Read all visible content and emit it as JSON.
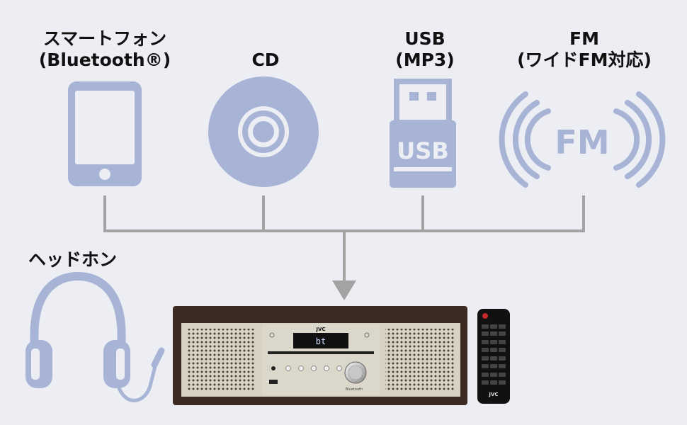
{
  "sources": [
    {
      "key": "smartphone",
      "line1": "スマートフォン",
      "line2": "(Bluetooth®)",
      "icon": "smartphone-icon"
    },
    {
      "key": "cd",
      "line1": "CD",
      "line2": "",
      "icon": "cd-icon"
    },
    {
      "key": "usb",
      "line1": "USB",
      "line2": "(MP3)",
      "icon": "usb-icon",
      "icon_text": "USB"
    },
    {
      "key": "fm",
      "line1": "FM",
      "line2": "(ワイドFM対応)",
      "icon": "fm-radio-icon",
      "icon_text": "FM"
    }
  ],
  "headphones": {
    "label": "ヘッドホン",
    "icon": "headphones-icon"
  },
  "device": {
    "brand": "JVC",
    "display_text": "bt",
    "panel_text": "Bluetooth",
    "remote_brand": "JVC"
  },
  "colors": {
    "icon": "#a7b4d6",
    "connector": "#a3a3a3",
    "background": "#eceef4",
    "cabinet": "#3a2a22",
    "panel": "#d8d2c3"
  }
}
